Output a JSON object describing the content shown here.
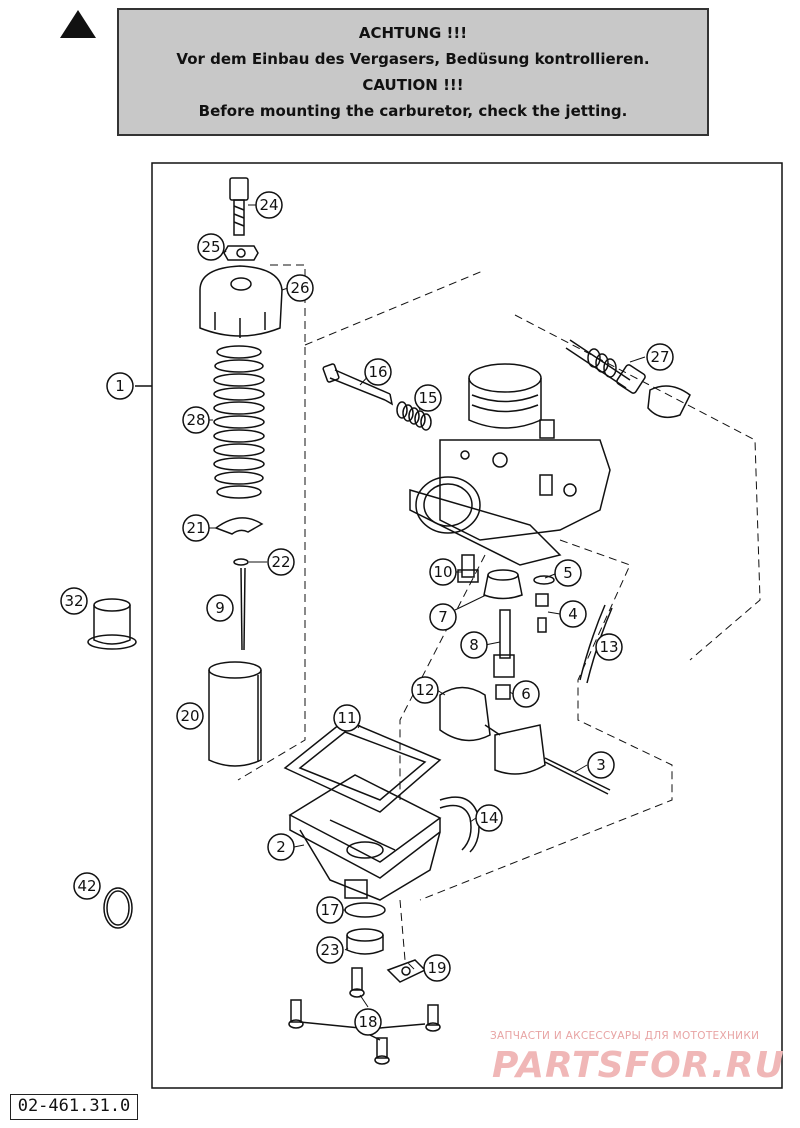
{
  "warning": {
    "lines": [
      "ACHTUNG !!!",
      "Vor dem Einbau des Vergasers, Bedüsung kontrollieren.",
      "CAUTION !!!",
      "Before mounting the carburetor, check the jetting."
    ],
    "icon": "warning-triangle-icon"
  },
  "callouts": {
    "c1": "1",
    "c2": "2",
    "c3": "3",
    "c4": "4",
    "c5": "5",
    "c6": "6",
    "c7": "7",
    "c8": "8",
    "c9": "9",
    "c10": "10",
    "c11": "11",
    "c12": "12",
    "c13": "13",
    "c14": "14",
    "c15": "15",
    "c16": "16",
    "c17": "17",
    "c18": "18",
    "c19": "19",
    "c20": "20",
    "c21": "21",
    "c22": "22",
    "c23": "23",
    "c24": "24",
    "c25": "25",
    "c26": "26",
    "c27": "27",
    "c28": "28",
    "c32": "32",
    "c42": "42"
  },
  "doc_number": "02-461.31.0",
  "watermark": {
    "caption": "ЗАПЧАСТИ И АКСЕССУАРЫ ДЛЯ МОТОТЕХНИКИ",
    "brand": "PARTSFOR.RU"
  },
  "colors": {
    "line": "#111111",
    "box": "#c8c8c8",
    "watermark": "#f0b7b7"
  }
}
